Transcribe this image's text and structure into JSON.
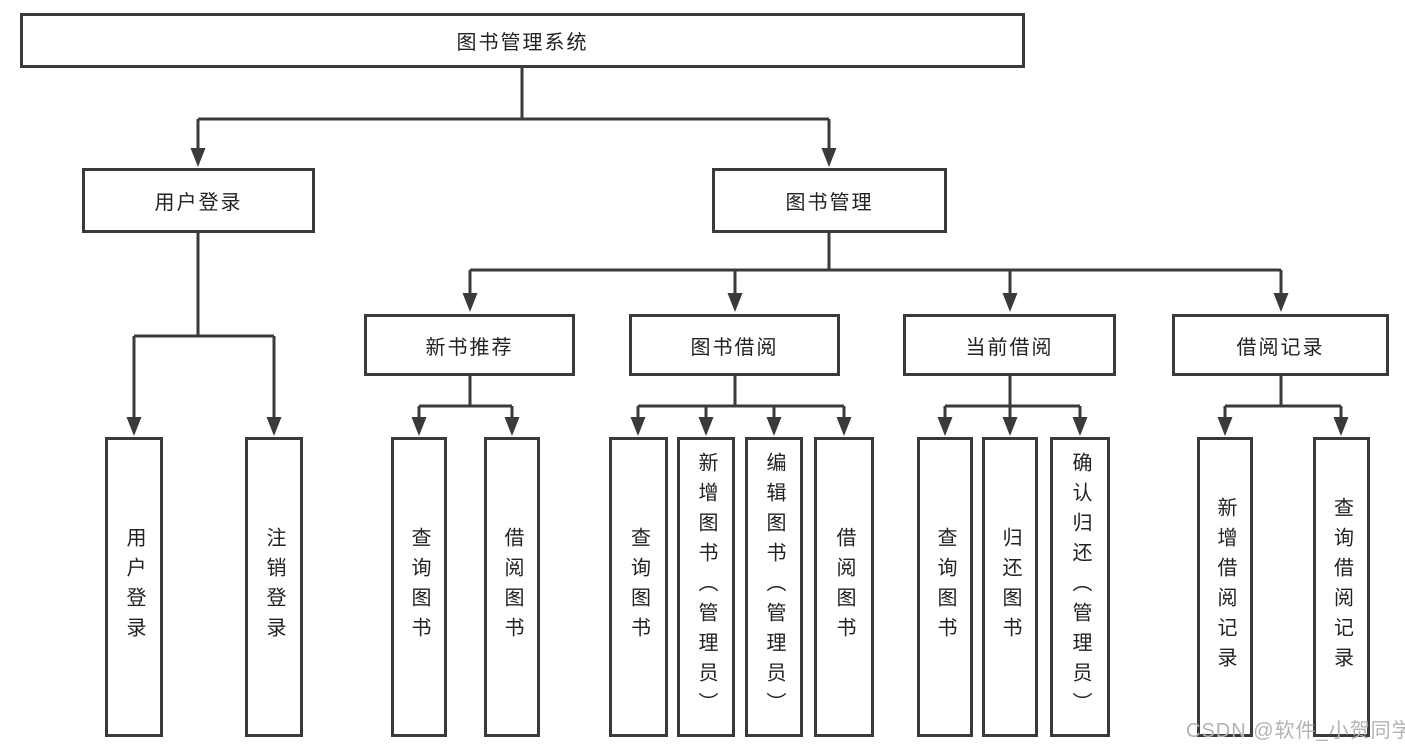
{
  "colors": {
    "line": "#3a3a3a",
    "text": "#222222",
    "background": "#ffffff",
    "watermark": "#b3b3b3"
  },
  "watermark": "CSDN @软件_小贺同学",
  "tree": {
    "root": {
      "label": "图书管理系统",
      "children": [
        {
          "label": "用户登录",
          "children": [
            {
              "label": "用户登录"
            },
            {
              "label": "注销登录"
            }
          ]
        },
        {
          "label": "图书管理",
          "children": [
            {
              "label": "新书推荐",
              "children": [
                {
                  "label": "查询图书"
                },
                {
                  "label": "借阅图书"
                }
              ]
            },
            {
              "label": "图书借阅",
              "children": [
                {
                  "label": "查询图书"
                },
                {
                  "label": "新增图书（管理员）"
                },
                {
                  "label": "编辑图书（管理员）"
                },
                {
                  "label": "借阅图书"
                }
              ]
            },
            {
              "label": "当前借阅",
              "children": [
                {
                  "label": "查询图书"
                },
                {
                  "label": "归还图书"
                },
                {
                  "label": "确认归还（管理员）"
                }
              ]
            },
            {
              "label": "借阅记录",
              "children": [
                {
                  "label": "新增借阅记录"
                },
                {
                  "label": "查询借阅记录"
                }
              ]
            }
          ]
        }
      ]
    }
  }
}
